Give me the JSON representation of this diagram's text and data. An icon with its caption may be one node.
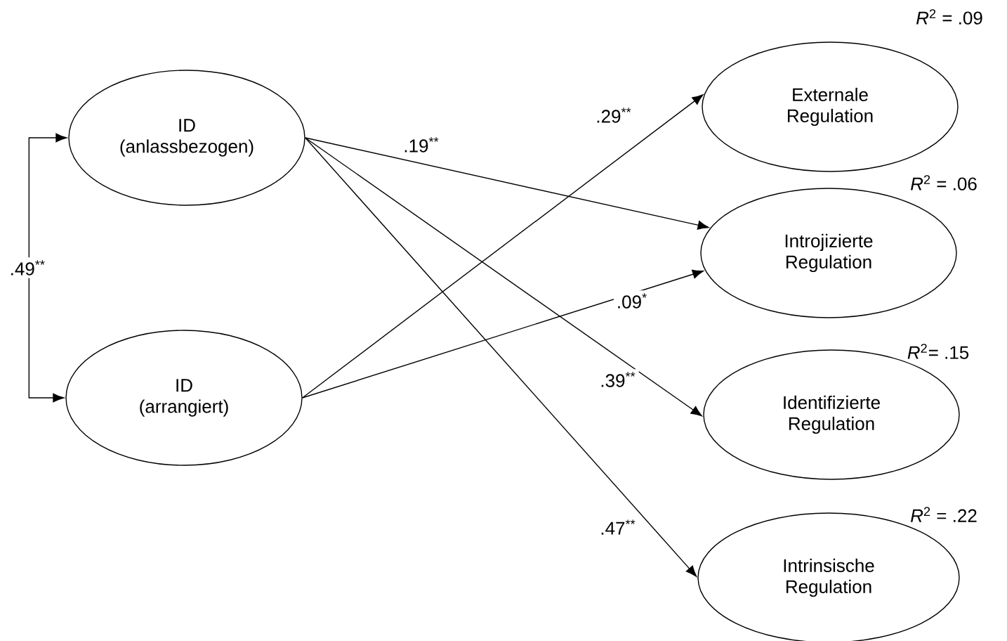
{
  "diagram": {
    "nodes": [
      {
        "text": [
          "ID (anlassbezogen)"
        ]
      },
      {
        "text": [
          "ID (arrangiert)"
        ]
      },
      {
        "text": [
          "Externale Regulation"
        ],
        "beside": [
          "*R*$^{2}$ = .09"
        ]
      },
      {
        "text": [
          "Introjizierte Regulation"
        ],
        "beside": [
          "*R*$^{2}$ = .06"
        ]
      },
      {
        "text": [
          "Identifizierte Regulation"
        ],
        "beside": [
          "*R*$^{2}$= .15"
        ]
      },
      {
        "text": [
          "Intrinsische Regulation"
        ],
        "beside": [
          "*R*$^{2}$ = .22"
        ]
      }
    ],
    "edges": [
      {
        "from": 0,
        "to": 1,
        "arrow": "both",
        "label": ".49$^{**}$"
      },
      {
        "from": 0,
        "to": 3,
        "arrow": "to",
        "label": ".19$^{**}$"
      },
      {
        "from": 1,
        "to": 2,
        "arrow": "to",
        "label": ".29$^{**}$"
      },
      {
        "from": 1,
        "to": 3,
        "arrow": "to",
        "label": ".09$^{*}$"
      },
      {
        "from": 0,
        "to": 4,
        "arrow": "to",
        "label": ".39$^{**}$"
      },
      {
        "from": 0,
        "to": 5,
        "arrow": "to",
        "label": ".47$^{**}$"
      }
    ]
  }
}
